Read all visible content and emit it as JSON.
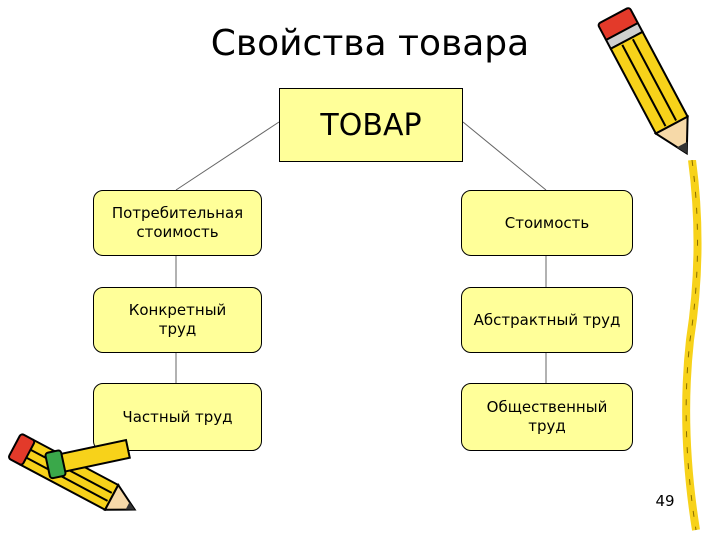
{
  "title": "Свойства товара",
  "root": {
    "label": "ТОВАР"
  },
  "nodes": {
    "use_value": "Потребительная\nстоимость",
    "value": "Стоимость",
    "concrete_labor": "Конкретный\nтруд",
    "abstract_labor": "Абстрактный труд",
    "private_labor": "Частный труд",
    "social_labor": "Общественный\nтруд"
  },
  "page_number": "49",
  "colors": {
    "box_fill": "#ffff99",
    "pencil_yellow": "#f7d21a",
    "pencil_red": "#e33a2a"
  },
  "decorations": [
    "pencil-icon",
    "pencil-icon",
    "pencil-icon"
  ]
}
